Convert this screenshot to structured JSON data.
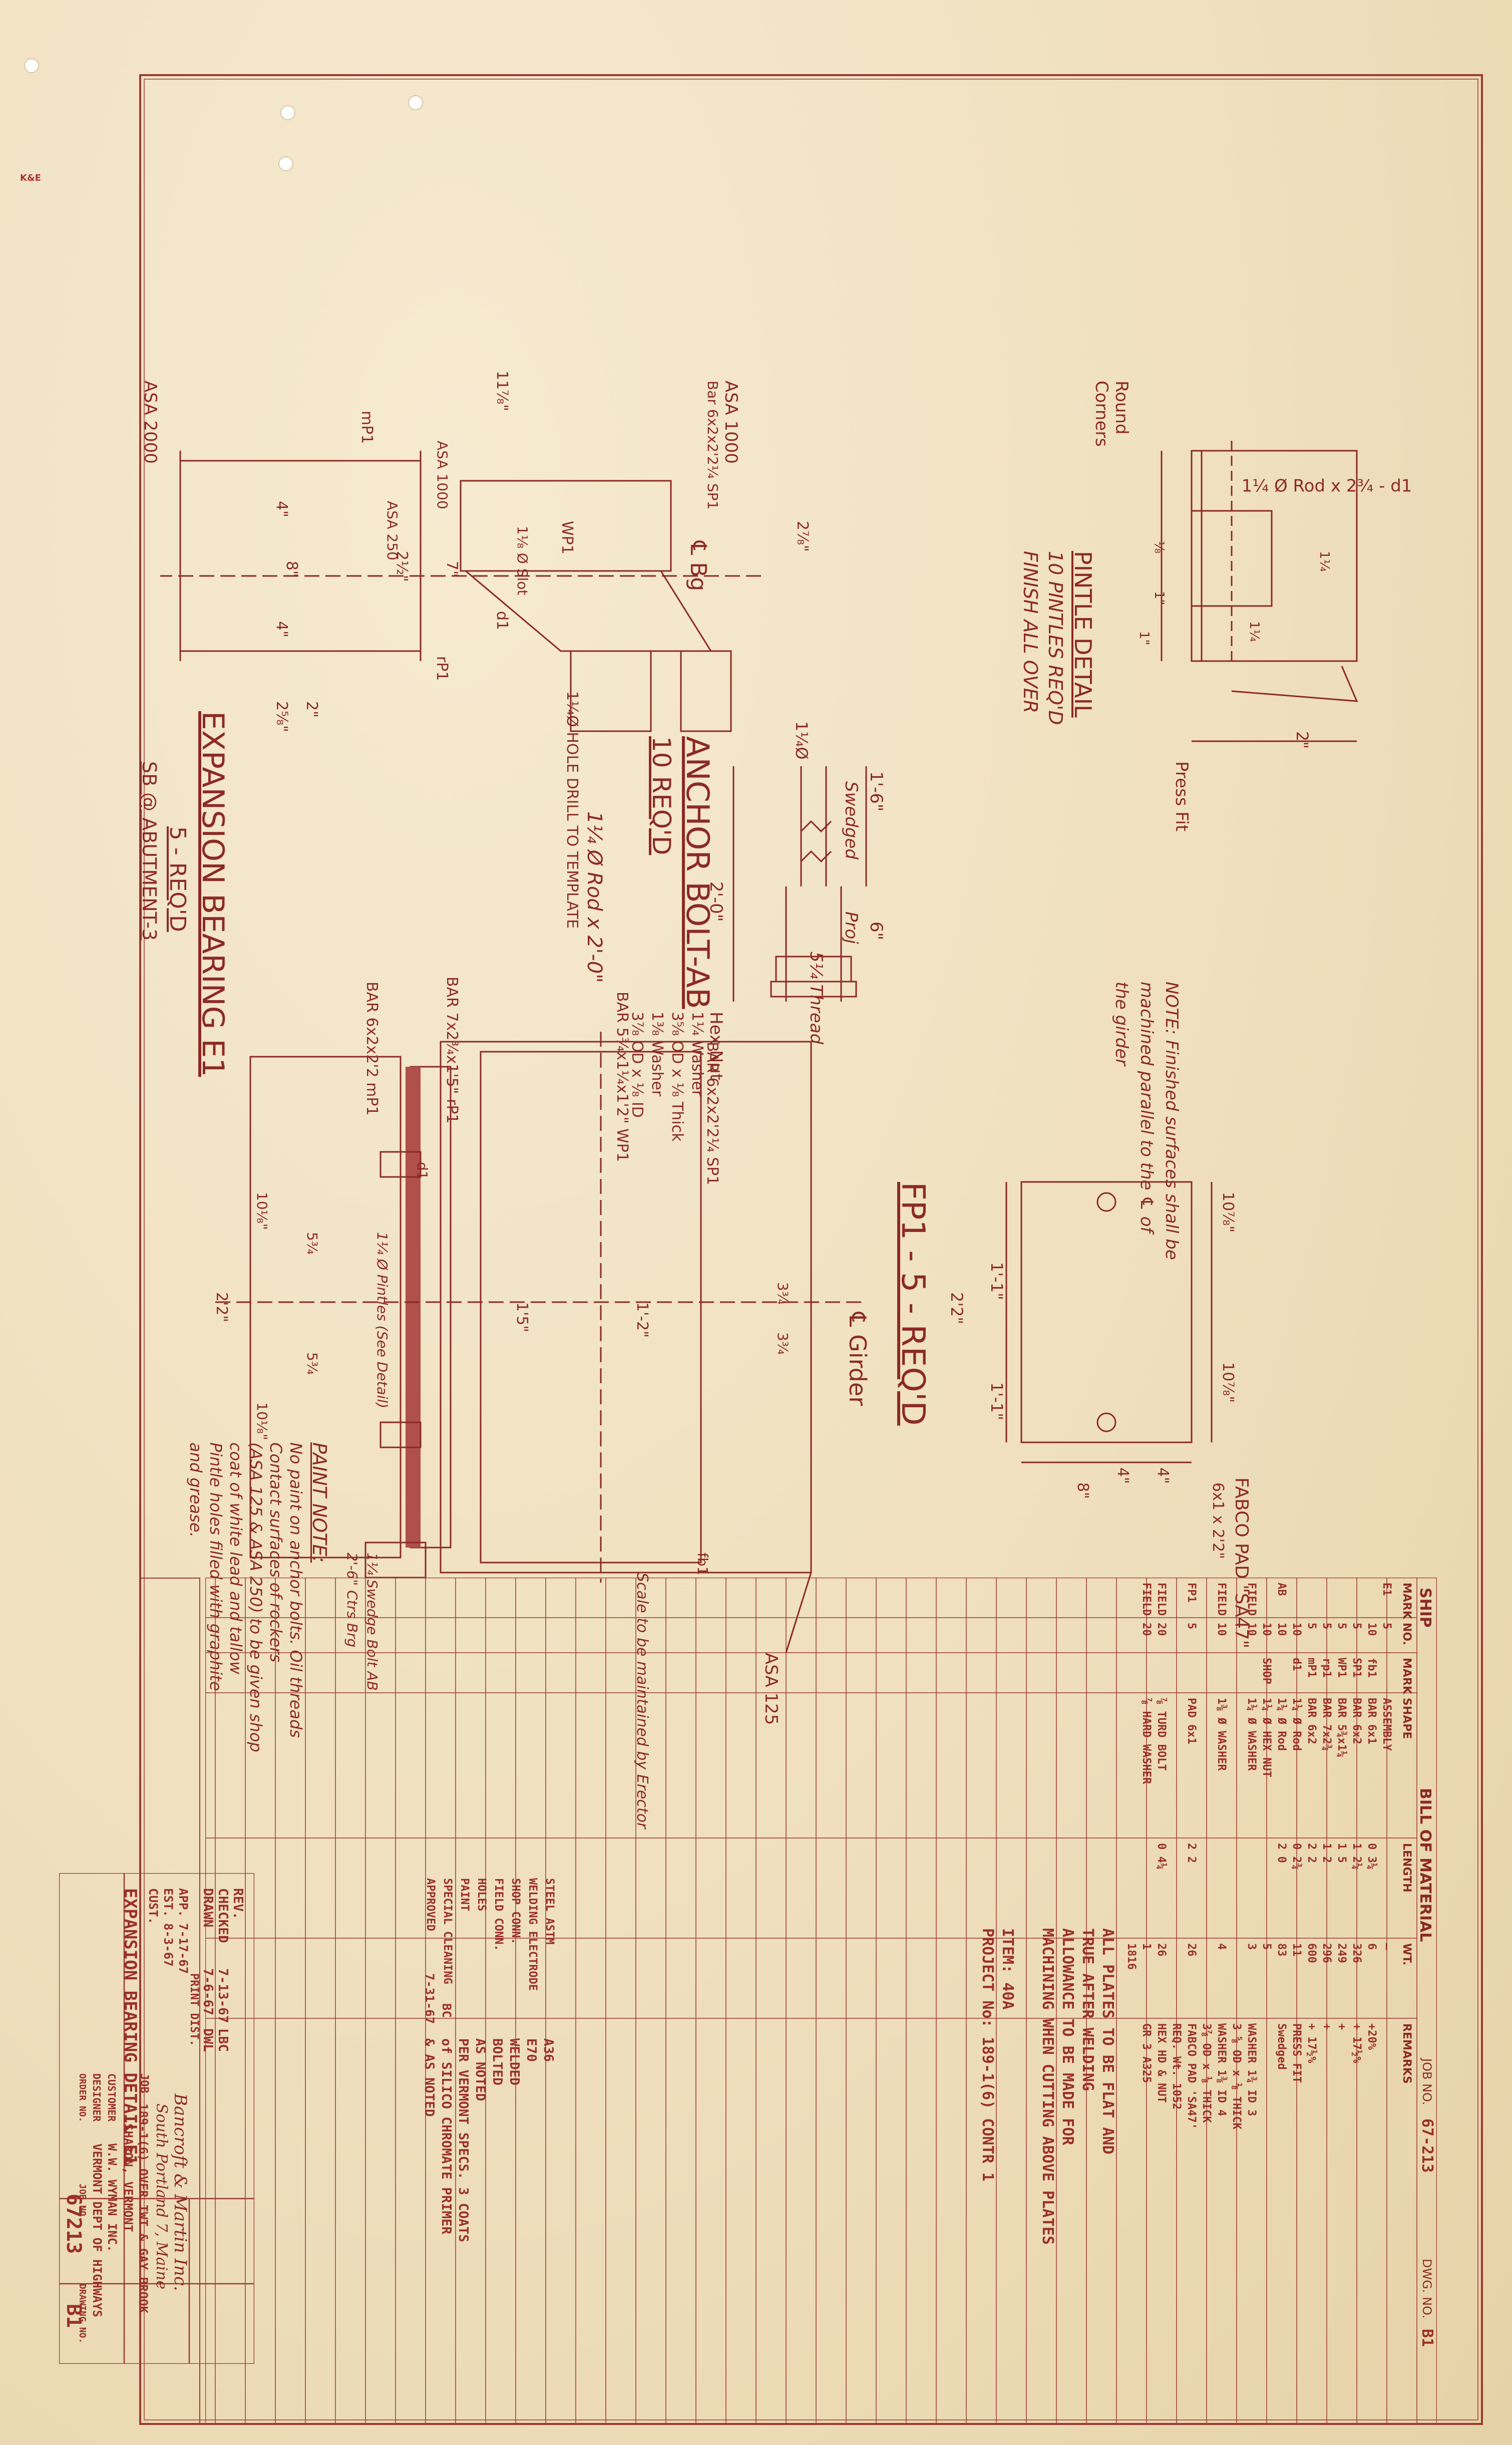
{
  "stamp": "K&E",
  "bom": {
    "ship_label": "SHIP",
    "title": "BILL OF MATERIAL",
    "job_no_label": "JOB NO.",
    "job_no": "67-213",
    "dwg_no_label": "DWG. NO.",
    "dwg_no": "B1",
    "headers": [
      "MARK",
      "NO.",
      "MARK",
      "SHAPE",
      "LENGTH",
      "WT.",
      "REMARKS"
    ],
    "rows": [
      [
        "E1",
        "5",
        "",
        "ASSEMBLY",
        "",
        "—",
        ""
      ],
      [
        "",
        "10",
        "fb1",
        "BAR 6x1",
        "0 3¼",
        "6",
        "+20%"
      ],
      [
        "",
        "5",
        "SP1",
        "BAR 6x2",
        "1 2¼",
        "326",
        "+ 17½%"
      ],
      [
        "",
        "5",
        "WP1",
        "BAR 5¾x1¼",
        "1 5",
        "249",
        "+"
      ],
      [
        "",
        "5",
        "rp1",
        "BAR 7x2¾",
        "1 2",
        "296",
        "+"
      ],
      [
        "",
        "5",
        "mP1",
        "BAR 6x2",
        "2 2",
        "600",
        "+ 17½%"
      ],
      [
        "",
        "10",
        "d1",
        "1¼ Ø Rod",
        "0 2¾",
        "11",
        "PRESS FIT"
      ],
      [
        "AB",
        "10",
        "",
        "1¼ Ø Rod",
        "2 0",
        "83",
        "Swedged"
      ],
      [
        "",
        "10",
        "SHOP",
        "1¼ Ø HEX NUT",
        "",
        "5",
        ""
      ],
      [
        "FIELD",
        "10",
        "",
        "1¼ Ø WASHER",
        "",
        "3",
        "WASHER 1¾ ID 3"
      ],
      [
        "",
        "",
        "",
        "",
        "",
        "",
        "3 ⅝ OD x ⅛ THICK"
      ],
      [
        "FIELD",
        "10",
        "",
        "1⅜ Ø WASHER",
        "",
        "4",
        "WASHER 1⅜ ID 4"
      ],
      [
        "",
        "",
        "",
        "",
        "",
        "",
        "3⅞ OD x ⅛ THICK"
      ],
      [
        "FP1",
        "5",
        "",
        "PAD 6x1",
        "2 2",
        "26",
        "FABCO PAD 'SA47'"
      ],
      [
        "",
        "",
        "",
        "",
        "",
        "",
        "REQ. Wt. 1052"
      ],
      [
        "FIELD",
        "20",
        "",
        "⅞ TURD BOLT",
        "0 4¼",
        "26",
        "HEX HD & NUT"
      ],
      [
        "FIELD",
        "20",
        "",
        "⅞ HARD WASHER",
        "",
        "1",
        "GR 3 A325"
      ],
      [
        "",
        "",
        "",
        "",
        "",
        "1816",
        ""
      ]
    ],
    "notes": [
      "ALL PLATES TO BE FLAT AND",
      "TRUE AFTER WELDING",
      "ALLOWANCE TO BE MADE FOR",
      "MACHINING WHEN CUTTING ABOVE PLATES"
    ],
    "item": "ITEM: 40A",
    "project": "PROJECT No: 189-1(6) CONTR 1"
  },
  "specs": {
    "labels": [
      "STEEL ASTM",
      "WELDING ELECTRODE",
      "SHOP CONN.",
      "FIELD CONN.",
      "HOLES",
      "PAINT",
      "SPECIAL CLEANING",
      "APPROVED"
    ],
    "values": [
      "A36",
      "E70",
      "WELDED",
      "BOLTED",
      "AS NOTED",
      "PER VERMONT SPECS. 3 COATS",
      "of SILICO CHROMATE PRIMER",
      "& AS NOTED"
    ],
    "approved": "7-31-67",
    "cleaning": "BC"
  },
  "title_block": {
    "drawing_title": "EXPANSION BEARING DETAIL E1",
    "company": "Bancroft & Martin Inc.",
    "company_city": "South Portland 7, Maine",
    "job_label": "JOB",
    "job": "189-1(6) OVER TWT & GAY BROOK",
    "job_location": "SHARON, VERMONT",
    "customer_label": "CUSTOMER",
    "customer": "W.W. WYMAN INC.",
    "designer_label": "DESIGNER",
    "designer": "VERMONT DEPT OF HIGHWAYS",
    "order_label": "ORDER NO.",
    "jobno_label": "JOB NO.",
    "drawing_label": "DRAWING NO.",
    "job_number": "67213",
    "drawing_number": "B1",
    "print_dist": "PRINT DIST.",
    "app_label": "APP.",
    "app": "7-17-67",
    "est_label": "EST.",
    "est": "8-3-67",
    "cust_label": "CUST.",
    "rev_label": "REV.",
    "checked_label": "CHECKED",
    "checked": "7-13-67",
    "checked_by": "LBC",
    "drawn_label": "DRAWN",
    "drawn": "7-6-67",
    "drawn_by": "DWL"
  },
  "pintle": {
    "title": "PINTLE DETAIL",
    "sub1": "10 PINTLES REQ'D",
    "sub2": "FINISH ALL OVER",
    "rod": "1¼ Ø Rod x 2¾ - d1",
    "round": "Round",
    "corners": "Corners",
    "press": "Press Fit",
    "d2": "2\"",
    "dA": "1¼",
    "dB": "1\"",
    "dC": "⅛",
    "dD": "1¼",
    "dE": "1\""
  },
  "finish_note": [
    "NOTE: Finished surfaces shall be",
    "machined parallel to the ℄ of",
    "the girder"
  ],
  "anchor": {
    "title": "ANCHOR BOLT-AB",
    "sub": "10 REQ'D",
    "rod": "1¼ Ø Rod x 2'-0\"",
    "swedged": "Swedged",
    "proj": "Proj",
    "thread": "5¼ Thread",
    "d1": "1'-6\"",
    "d2": "6\"",
    "d3": "2'-0\"",
    "hex": "Hex Nut",
    "w1": "1¼ Washer",
    "w2": "3⅝ OD x ⅛ Thick",
    "w3": "1⅜ Washer",
    "w4": "3⅞ OD x ⅛ ID",
    "dia": "1¼Ø"
  },
  "fp1": {
    "title": "FP1 - 5 - REQ'D",
    "pad": "FABCO PAD \"SA47\"",
    "pad_size": "6x1 x 2'2\"",
    "d1": "1'-1\"",
    "d2": "2'2\"",
    "d3": "1'-1\"",
    "d4": "10⅞\"",
    "d5": "10⅞\"",
    "d6": "4\"",
    "d7": "4\"",
    "d8": "8\""
  },
  "section": {
    "asa2000": "ASA 2000",
    "asa1000": "ASA 1000",
    "bar_sp1": "Bar 6x2x2'2¼ SP1",
    "asa1000b": "ASA 1000",
    "asa250": "ASA 250",
    "mp1": "mP1",
    "rp1": "rP1",
    "wp1": "WP1",
    "cbg": "℄ Bg",
    "d1": "d1",
    "drill": "1¼Ø HOLE DRILL TO TEMPLATE",
    "slot": "1⅛ Ø Slot",
    "d11": "11⅞\"",
    "d8": "8\"",
    "d4a": "4\"",
    "d4b": "4\"",
    "d2": "2\"",
    "d2b": "2⅝\"",
    "d7": "7\"",
    "d2c": "2½\"",
    "d23": "2⅞\""
  },
  "expansion": {
    "title": "EXPANSION BEARING E1",
    "sub": "5 - REQ'D",
    "loc": "SB @ ABUTMENT-3",
    "bar_mp1": "BAR 6x2x2'2 mP1",
    "bar_rp1": "BAR 7x2¾x1'5\" rP1",
    "bar_wp1": "BAR 5¾x1¼x1'2\" WP1",
    "bar_sp1": "BAR 6x2x2'2¼ SP1",
    "girder": "℄ Girder",
    "asa125": "ASA 125",
    "scale": "Scale to be maintained by Erector",
    "pintles": "1¼ Ø Pintles (See Detail)",
    "d1": "d1",
    "fb1": "fb1",
    "swedge": "1¼ Swedge Bolt AB",
    "ctrs": "2'-6\" Ctrs Brg",
    "d22": "2'2\"",
    "d15": "1'5\"",
    "d12": "1'-2\"",
    "d5a": "5¾",
    "d5b": "5¾",
    "d3a": "3¾",
    "d3b": "3¾",
    "d10": "10⅛\"",
    "d10b": "10⅛\""
  },
  "paint_note": [
    "PAINT NOTE:",
    "No paint on anchor bolts. Oil threads",
    "Contact surfaces of rockers",
    "(ASA 125 & ASA 250) to be given shop",
    "coat of white lead and tallow",
    "Pintle holes filled with graphite",
    "and grease."
  ],
  "colors": {
    "ink": "#8c2a25",
    "paper": "#f1e3c4"
  }
}
